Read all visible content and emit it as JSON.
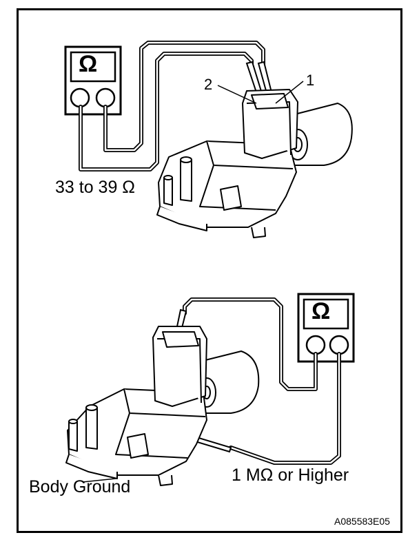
{
  "diagram": {
    "top_panel": {
      "meter_symbol": "Ω",
      "pin_label_1": "1",
      "pin_label_2": "2",
      "spec_text": "33 to 39 Ω"
    },
    "bottom_panel": {
      "meter_symbol": "Ω",
      "ground_label": "Body Ground",
      "spec_text": "1 MΩ or Higher"
    },
    "figure_code": "A085583E05"
  }
}
